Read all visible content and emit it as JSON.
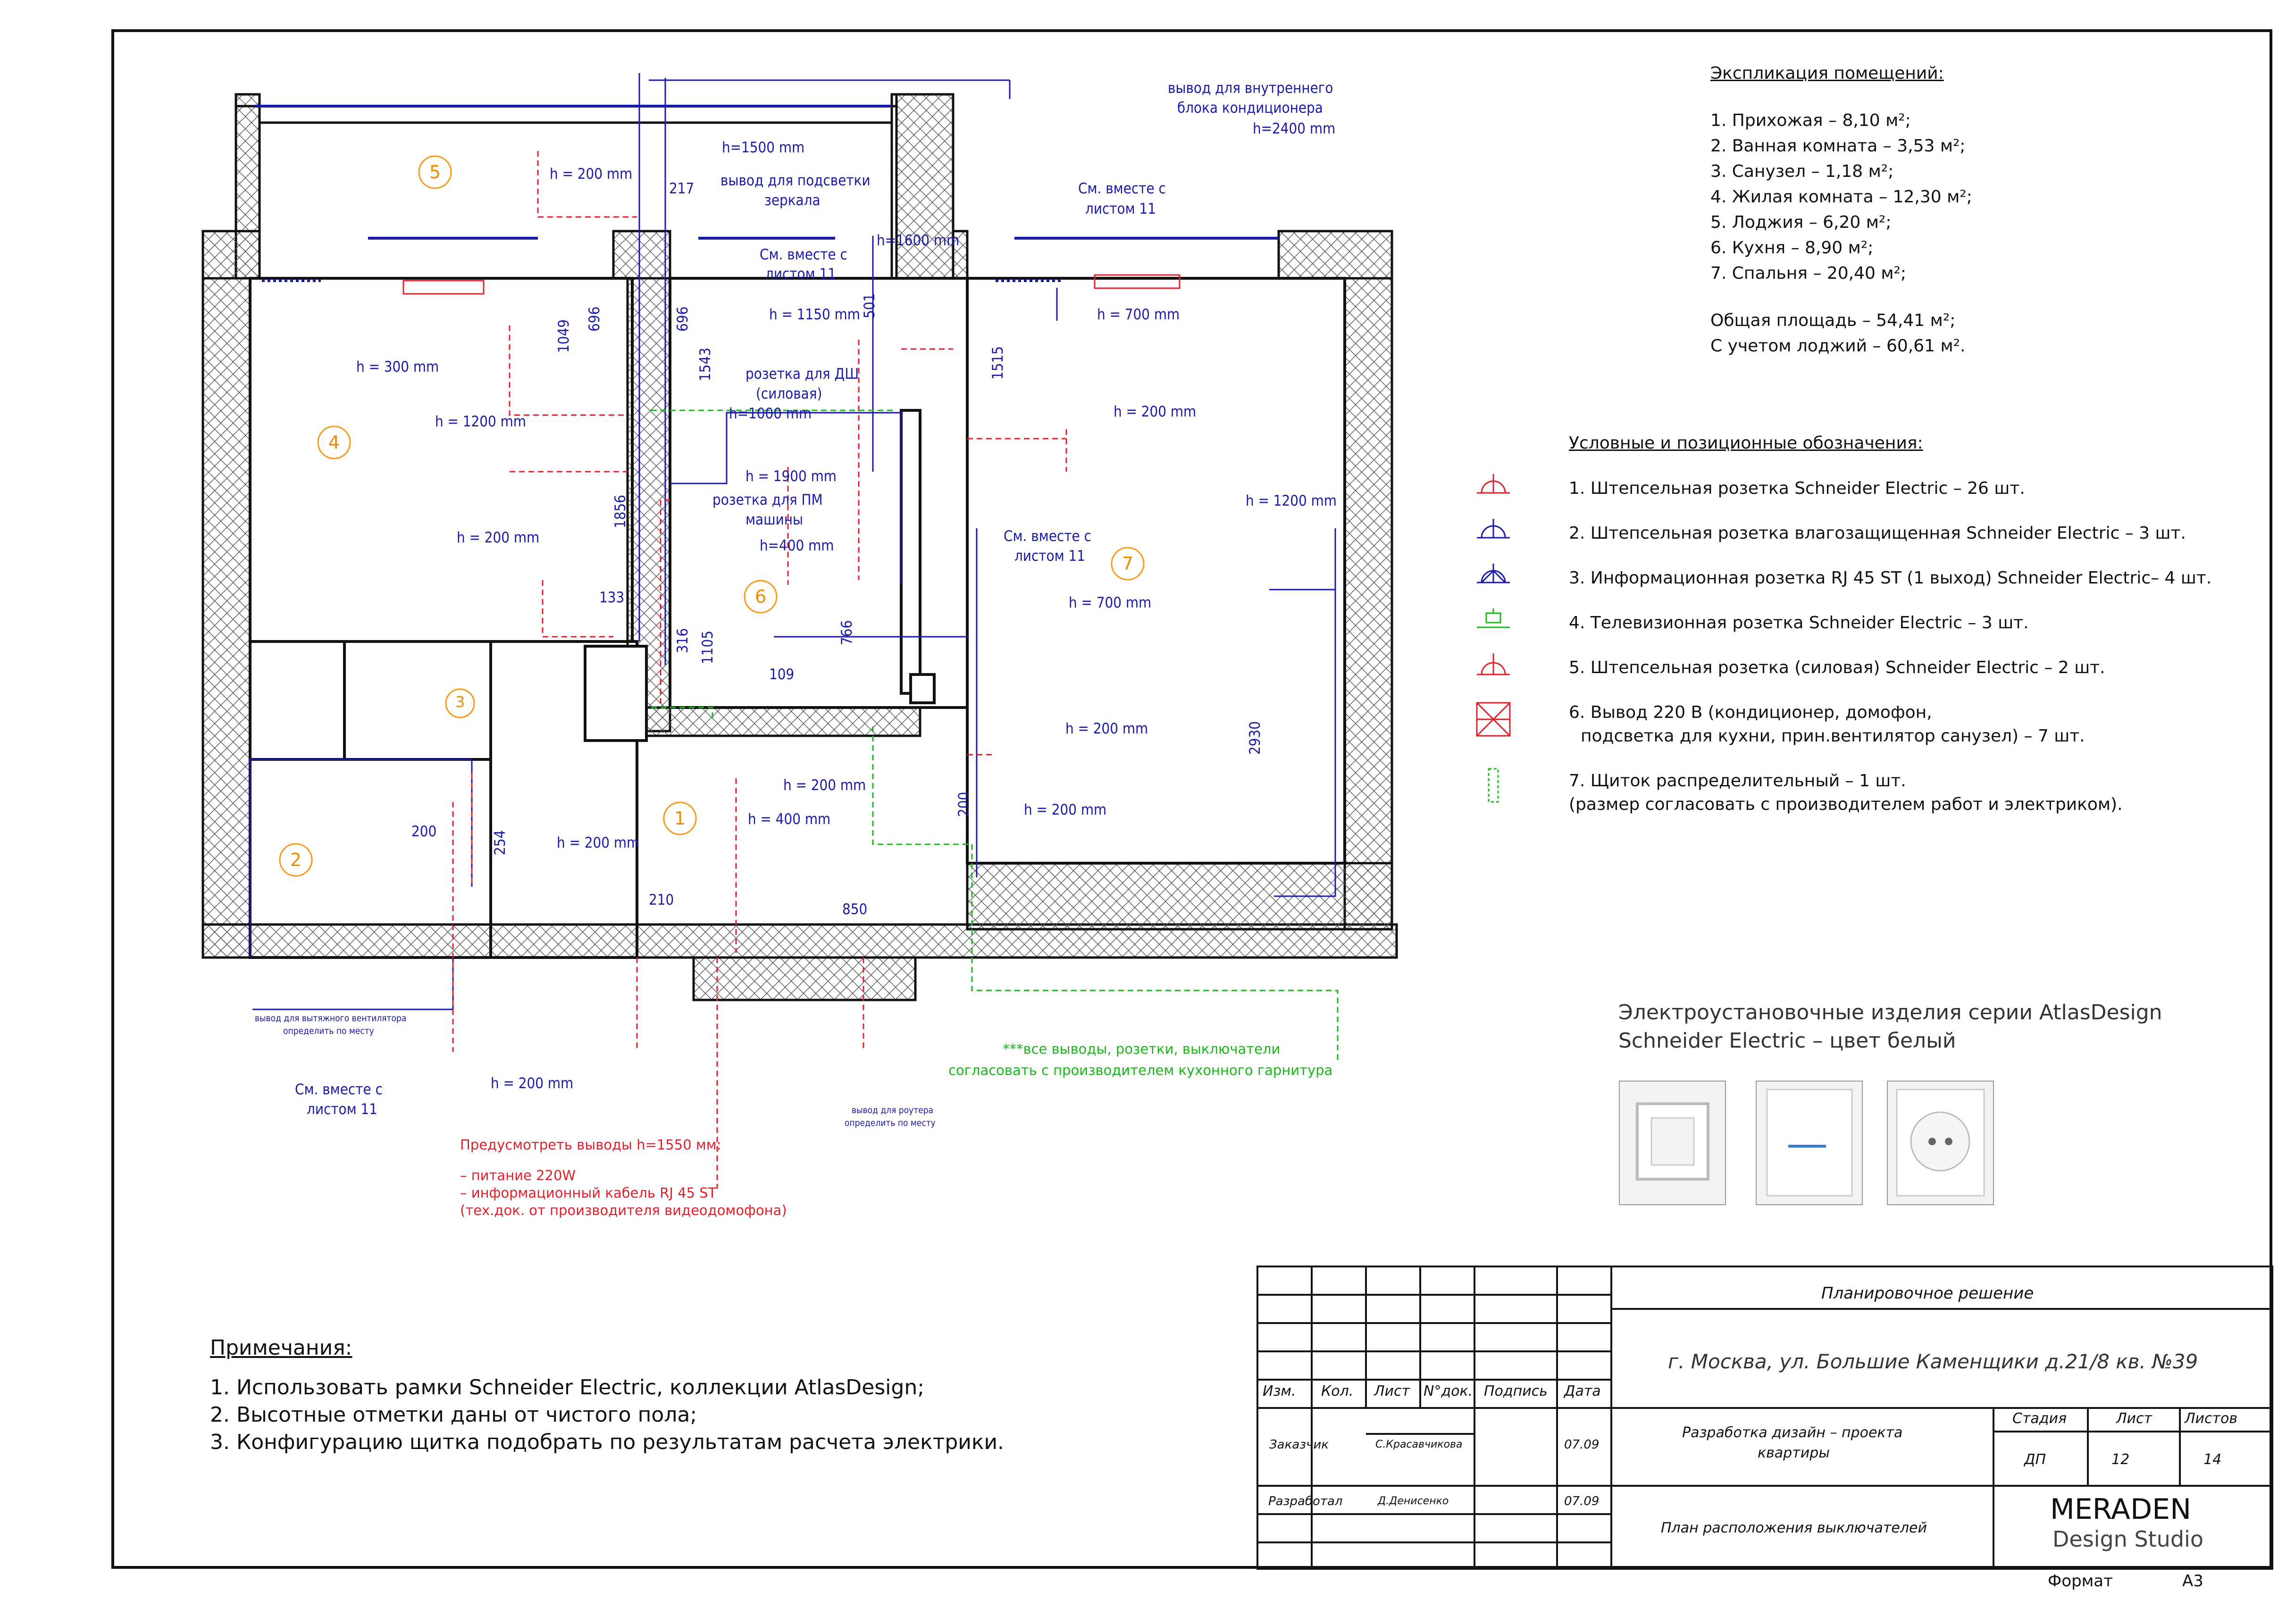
{
  "explication": {
    "title": "Экспликация помещений:",
    "rooms": [
      "1. Прихожая – 8,10 м²;",
      "2. Ванная комната – 3,53 м²;",
      "3. Санузел – 1,18 м²;",
      "4. Жилая комната – 12,30 м²;",
      "5. Лоджия – 6,20 м²;",
      "6. Кухня – 8,90 м²;",
      "7. Спальня – 20,40 м²;"
    ],
    "total": "Общая площадь – 54,41 м²;",
    "total_loggia": "С учетом лоджий – 60,61 м²."
  },
  "legend": {
    "title": "Условные и позиционные обозначения:",
    "items": [
      {
        "text": "1. Штепсельная розетка Schneider Electric – 26 шт.",
        "color": "#e0202a"
      },
      {
        "text": "2. Штепсельная розетка влагозащищенная Schneider Electric – 3 шт.",
        "color": "#1a1aa8"
      },
      {
        "text": "3. Информационная розетка RJ 45 ST (1 выход) Schneider Electric– 4 шт.",
        "color": "#1a1aa8"
      },
      {
        "text": "4. Телевизионная розетка Schneider Electric – 3 шт.",
        "color": "#18b818"
      },
      {
        "text": "5. Штепсельная розетка (силовая) Schneider Electric – 2 шт.",
        "color": "#e0202a"
      },
      {
        "text": "6. Вывод 220 В (кондиционер, домофон,",
        "text2": "подсветка для кухни, прин.вентилятор санузел) – 7 шт.",
        "color": "#e0202a"
      },
      {
        "text": "7. Щиток распределительный – 1 шт.",
        "text2": "(размер согласовать с производителем работ и электриком).",
        "color": "#18b818"
      }
    ]
  },
  "series_note": {
    "line1": "Электроустановочные изделия серии AtlasDesign",
    "line2": "Schneider Electric – цвет белый"
  },
  "notes": {
    "title": "Примечания:",
    "items": [
      "1. Использовать рамки Schneider Electric, коллекции AtlasDesign;",
      "2. Высотные отметки даны от чистого пола;",
      "3. Конфигурацию щитка подобрать по результатам расчета электрики."
    ]
  },
  "plan": {
    "room_numbers": [
      "1",
      "2",
      "3",
      "4",
      "5",
      "6",
      "7"
    ],
    "labels": {
      "h200_loggia": "h = 200 mm",
      "h1500": "h=1500 mm",
      "mirror": "вывод для подсветки",
      "mirror2": "зеркала",
      "d217": "217",
      "ac_title": "вывод для внутреннего",
      "ac_title2": "блока кондиционера",
      "ac_h": "h=2400 mm",
      "see11_a": "См. вместе с",
      "see11_a2": "листом 11",
      "see11_b": "См. вместе с",
      "see11_b2": "листом 11",
      "h1600": "h=1600 mm",
      "h1150": "h = 1150 mm",
      "h700_top": "h = 700 mm",
      "h300": "h = 300 mm",
      "h1200_l": "h = 1200 mm",
      "dw": "розетка для ДШ",
      "dw2": "(силовая)",
      "dw3": "h=1000 mm",
      "h1900": "h = 1900 mm",
      "wm": "розетка для ПМ",
      "wm2": "машины",
      "wm3": "h=400 mm",
      "h200_r": "h = 200 mm",
      "h1200_r": "h = 1200 mm",
      "see11_c": "См. вместе с",
      "see11_c2": "листом 11",
      "h700_r": "h = 700 mm",
      "h200_l": "h = 200 mm",
      "d133": "133",
      "d1856": "1856",
      "d1049": "1049",
      "d696a": "696",
      "d696b": "696",
      "d1543": "1543",
      "d501": "501",
      "d1515": "1515",
      "d316": "316",
      "d1105": "1105",
      "d766": "766",
      "d109": "109",
      "h200_k": "h = 200 mm",
      "h400": "h = 400 mm",
      "h200_b": "h = 200 mm",
      "d200_v": "200",
      "h200_b2": "h = 200 mm",
      "d2930": "2930",
      "h200_hall": "h = 200 mm",
      "d200": "200",
      "d254": "254",
      "d210": "210",
      "d850": "850",
      "vent": "вывод для вытяжного вентилятора",
      "vent2": "определить по месту",
      "see11_d": "См. вместе с",
      "see11_d2": "листом 11",
      "h200_bot": "h = 200 mm",
      "router": "вывод для роутера",
      "router2": "определить по месту",
      "kitchen_note": "***все выводы, розетки, выключатели",
      "kitchen_note2": "согласовать с производителем кухонного гарнитура",
      "provide": "Предусмотреть выводы h=1550 мм:",
      "provide1": "–  питание 220W",
      "provide2": "–  информационный кабель RJ 45 ST",
      "provide3": "(тех.док. от производителя видеодомофона)"
    }
  },
  "title_block": {
    "plan_decision": "Планировочное решение",
    "address": "г. Москва, ул. Большие Каменщики д.21/8 кв. №39",
    "headers": [
      "Изм.",
      "Кол.",
      "Лист",
      "N°док.",
      "Подпись",
      "Дата"
    ],
    "customer_label": "Заказчик",
    "customer_name": "С.Красавчикова",
    "customer_date": "07.09",
    "developer_label": "Разработал",
    "developer_name": "Д.Денисенко",
    "developer_date": "07.09",
    "project": "Разработка дизайн – проекта",
    "project2": "квартиры",
    "stage_h": "Стадия",
    "sheet_h": "Лист",
    "sheets_h": "Листов",
    "stage": "ДП",
    "sheet": "12",
    "sheets": "14",
    "drawing": "План расположения выключателей",
    "studio": "MERADEN",
    "studio2": "Design Studio",
    "format_label": "Формат",
    "format": "А3"
  }
}
